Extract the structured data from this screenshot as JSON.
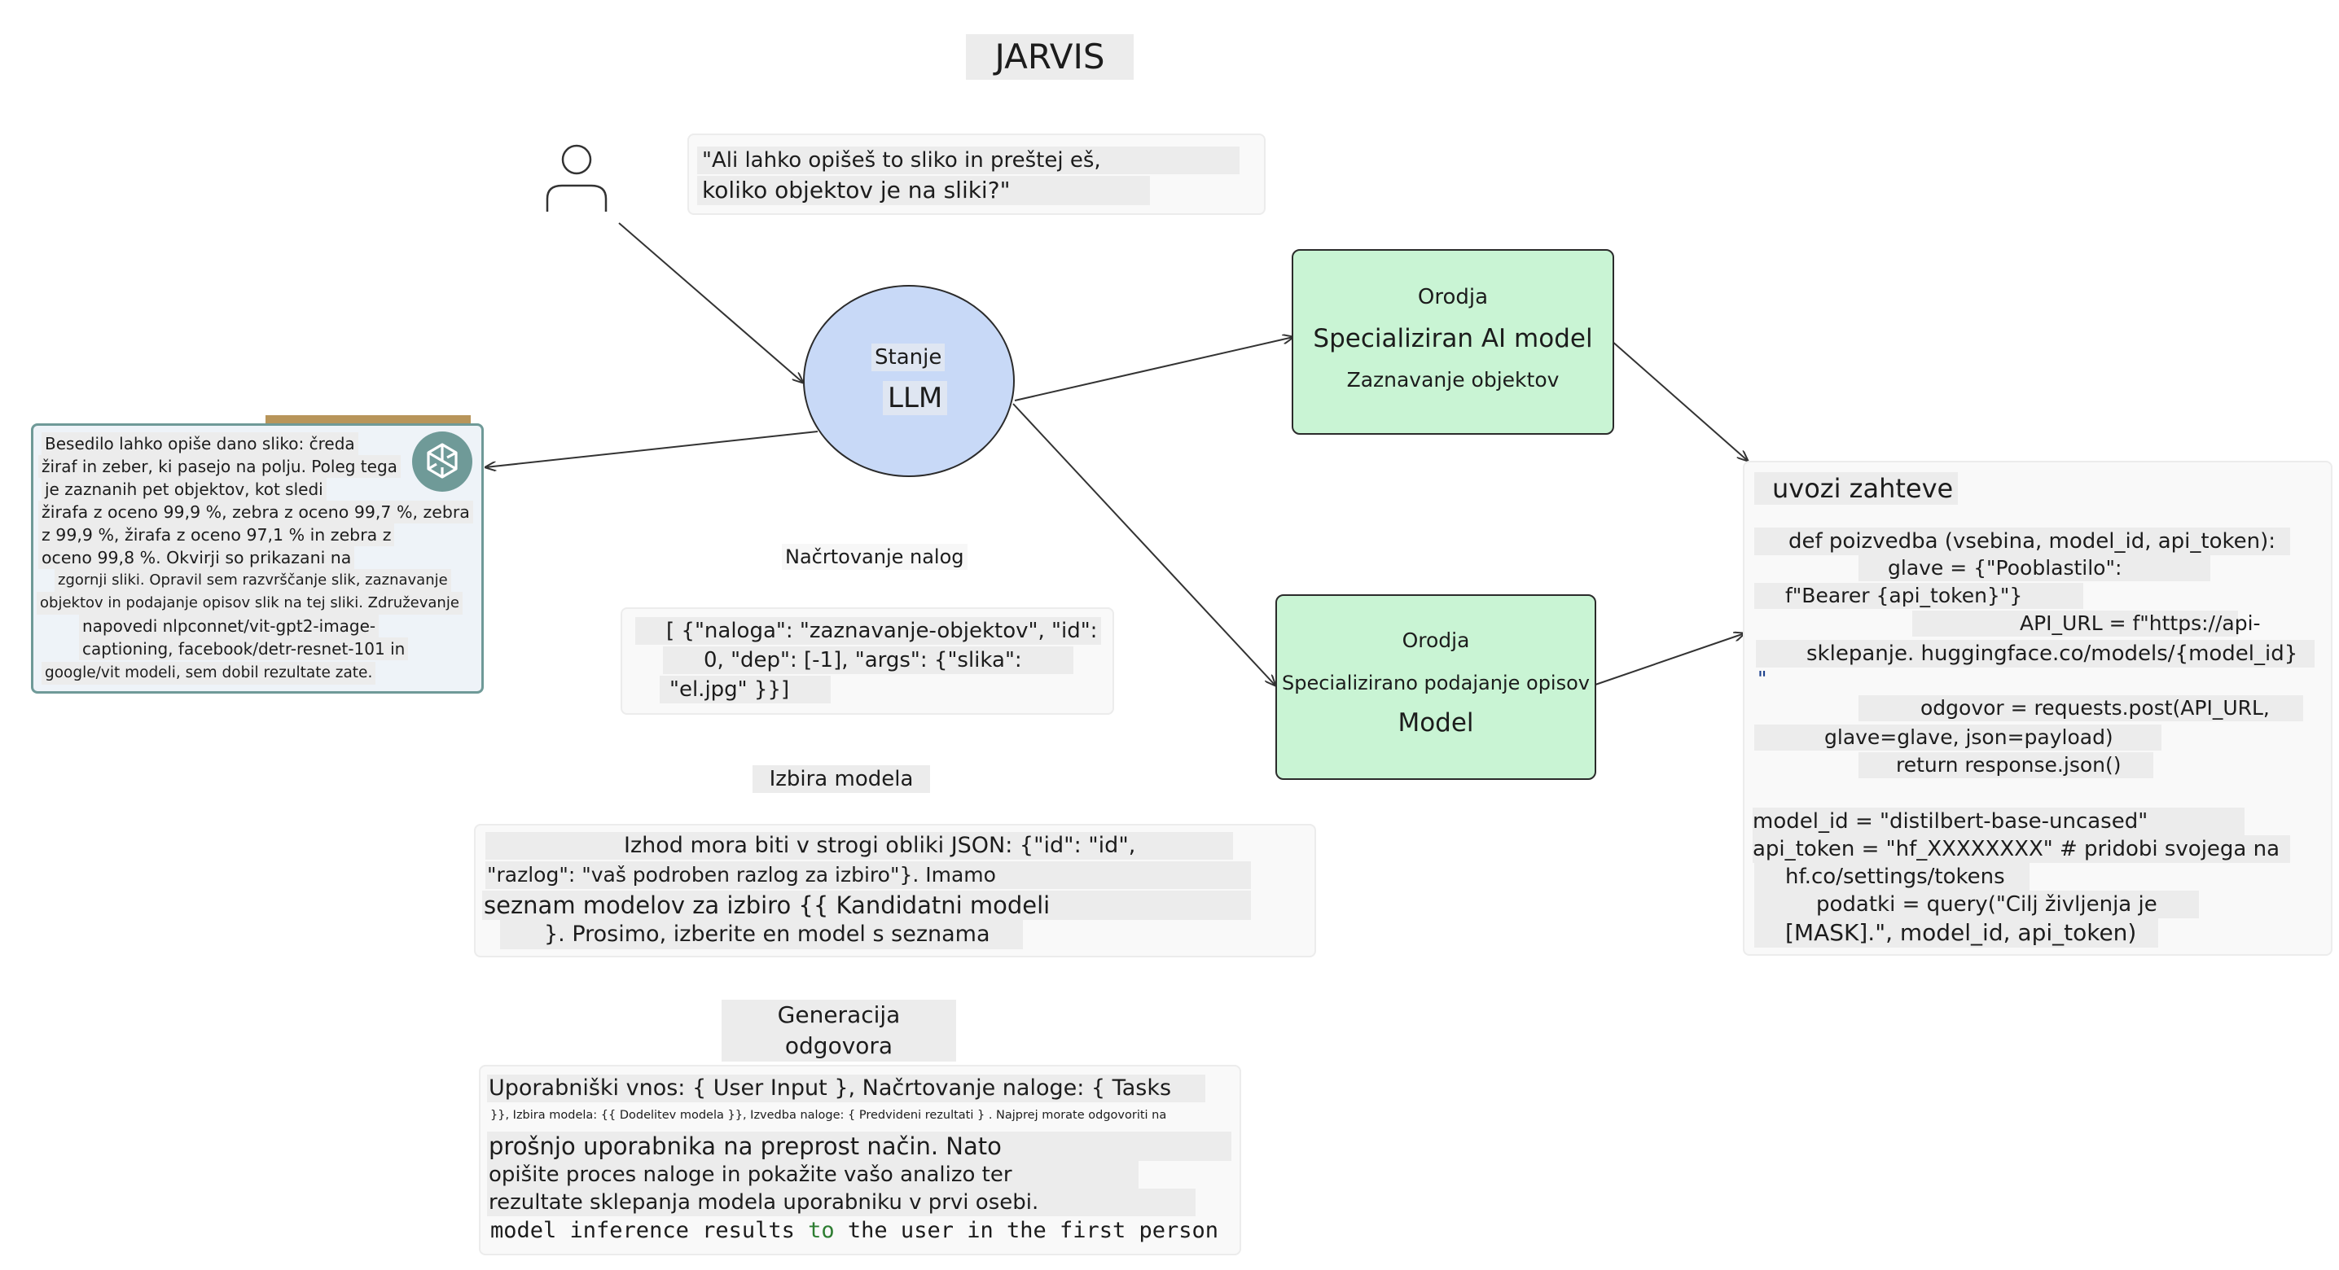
{
  "title": "JARVIS",
  "user_query": {
    "lines": [
      "\"Ali lahko opišeš to sliko in preštej eš,",
      "koliko objektov je na sliki?\""
    ]
  },
  "llm": {
    "label_top": "Stanje",
    "label_main": "LLM"
  },
  "tool_box_1": {
    "label_top": "Orodja",
    "label_main": "Specializiran AI model",
    "label_bottom": "Zaznavanje objektov"
  },
  "tool_box_2": {
    "label_top": "Orodja",
    "label_mid": "Specializirano podajanje opisov",
    "label_main": "Model"
  },
  "response_card": {
    "lines": [
      "Besedilo lahko opiše dano sliko: čreda",
      "žiraf in zeber, ki pasejo na polju. Poleg tega",
      "je zaznanih pet objektov, kot sledi",
      "žirafa z oceno 99,9 %, zebra z oceno 99,7 %, zebra",
      "z 99,9 %, žirafa z oceno 97,1 % in zebra z",
      "oceno 99,8 %. Okvirji so prikazani na",
      "zgornji sliki. Opravil sem razvrščanje slik, zaznavanje",
      "objektov in podajanje opisov slik na tej sliki. Združevanje",
      "napovedi nlpconnet/vit-gpt2-image-",
      "captioning, facebook/detr-resnet-101 in",
      "google/vit modeli, sem dobil rezultate zate."
    ]
  },
  "task_planning": {
    "label": "Načrtovanje nalog",
    "code_lines": [
      "[ {\"naloga\": \"zaznavanje-objektov\", \"id\":",
      "0, \"dep\": [-1], \"args\": {\"slika\":",
      "\"el.jpg\" }}]"
    ]
  },
  "model_selection": {
    "label": "Izbira modela",
    "lines": [
      "Izhod mora biti v strogi obliki JSON: {\"id\": \"id\",",
      "\"razlog\": \"vaš podroben razlog za izbiro\"}. Imamo",
      "seznam modelov za izbiro {{ Kandidatni modeli",
      "}. Prosimo, izberite en model s seznama"
    ]
  },
  "response_generation": {
    "label": "Generacija odgovora",
    "line1": "Uporabniški vnos: { User Input }, Načrtovanje naloge: { Tasks",
    "line2": "}}, Izbira modela: {{ Dodelitev modela }}, Izvedba naloge: { Predvideni rezultati } . Najprej morate odgovoriti na",
    "line3": "prošnjo uporabnika na preprost način. Nato",
    "line4": "opišite proces naloge in pokažite vašo analizo ter",
    "line5": "rezultate sklepanja modela uporabniku v prvi osebi.",
    "mono_a": "model inference results ",
    "mono_to": "to",
    "mono_b": " the user in the first person"
  },
  "code_panel": {
    "header": "uvozi zahteve",
    "lines": [
      "def poizvedba (vsebina, model_id, api_token):",
      "glave = {\"Pooblastilo\":",
      "f\"Bearer {api_token}\"}",
      "API_URL = f\"https://api-",
      "sklepanje. huggingface.co/models/{model_id}",
      "\"",
      "odgovor = requests.post(API_URL,",
      "glave=glave, json=payload)",
      "return response.json()",
      "model_id = \"distilbert-base-uncased\"",
      "api_token = \"hf_XXXXXXXX\" # pridobi svojega na",
      "hf.co/settings/tokens",
      "podatki = query(\"Cilj življenja je",
      "[MASK].\", model_id, api_token)"
    ]
  },
  "colors": {
    "llm_fill": "#c8d9f7",
    "tool_fill": "#c9f4d4",
    "openai_badge": "#6f9a98",
    "card_border": "#6f9a98",
    "mono_keyword": "#2e7d32"
  },
  "icons": [
    "user-icon",
    "openai-logo-icon"
  ]
}
